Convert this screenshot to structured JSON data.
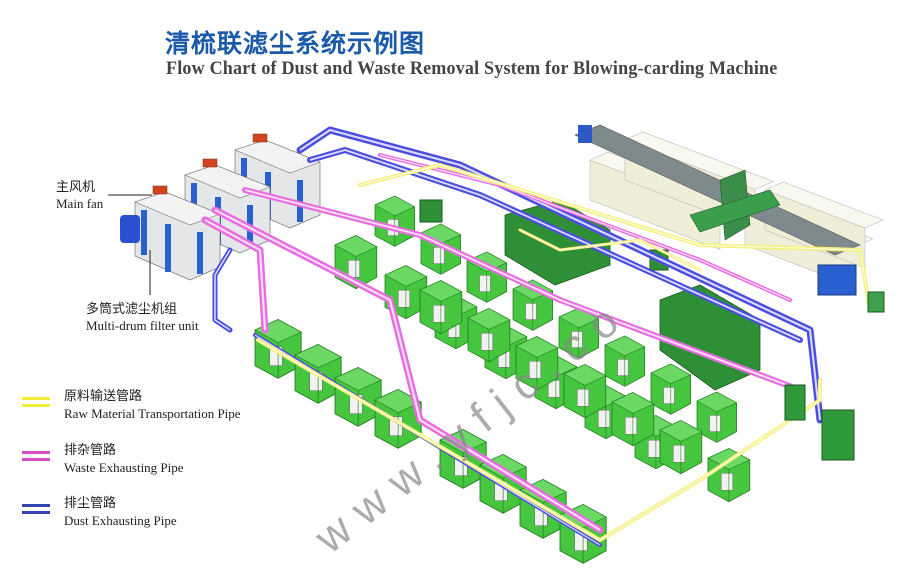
{
  "title": {
    "chinese": "清梳联滤尘系统示例图",
    "english": "Flow Chart of Dust and Waste Removal System for Blowing-carding Machine"
  },
  "callouts": {
    "main_fan": {
      "cn": "主风机",
      "en": "Main fan"
    },
    "filter_unit": {
      "cn": "多筒式滤尘机组",
      "en": "Multi-drum filter unit"
    }
  },
  "legend": [
    {
      "cn": "原料输送管路",
      "en": "Raw Material Transportation Pipe",
      "color": "#f2ee3a"
    },
    {
      "cn": "排杂管路",
      "en": "Waste Exhausting Pipe",
      "color": "#d94fc8"
    },
    {
      "cn": "排尘管路",
      "en": "Dust Exhausting Pipe",
      "color": "#3344b0"
    }
  ],
  "colors": {
    "machine_green": "#3fc63a",
    "raw_pipe": "#f5f07a",
    "waste_pipe": "#e86de0",
    "dust_pipe": "#4a4ee0"
  },
  "watermark": "www.yfjc.co"
}
